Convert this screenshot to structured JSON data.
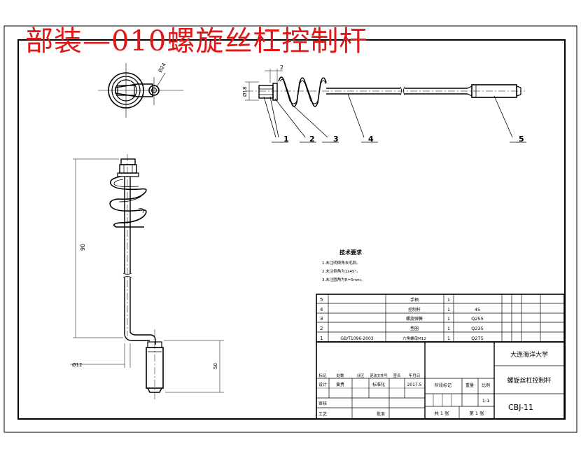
{
  "banner_title": "部装—010螺旋丝杠控制杆",
  "top_view": {
    "dims": {
      "diameter_top": "Ø24",
      "left_top": "2",
      "left_side": "Ø18"
    },
    "callouts": [
      "1",
      "2",
      "3",
      "4",
      "5"
    ]
  },
  "front_view": {
    "dims": {
      "height": "90",
      "bottom_left": "Ø12",
      "right_small": "50"
    }
  },
  "technical_requirements": {
    "heading": "技术要求",
    "items": [
      "1.未注明倒角去毛刺。",
      "2.未注倒角为1x45°。",
      "3.未注圆角为R=5mm。"
    ]
  },
  "bom": {
    "rows": [
      {
        "no": "5",
        "code": "",
        "name": "手柄",
        "qty": "1",
        "material": ""
      },
      {
        "no": "4",
        "code": "",
        "name": "控制杆",
        "qty": "1",
        "material": "45"
      },
      {
        "no": "3",
        "code": "",
        "name": "螺旋弹簧",
        "qty": "1",
        "material": "Q255"
      },
      {
        "no": "2",
        "code": "",
        "name": "垫圈",
        "qty": "1",
        "material": "Q235"
      },
      {
        "no": "1",
        "code": "GB/T1096-2003",
        "name": "六角螺母M12",
        "qty": "1",
        "material": "Q275"
      }
    ]
  },
  "title_block": {
    "company": "大连海洋大学",
    "part_name": "螺旋丝杠控制杆",
    "drawing_no": "CBJ-11",
    "row_labels": [
      "标记",
      "处数",
      "分区",
      "更改文件号",
      "签名",
      "年月日"
    ],
    "design_label": "设计",
    "designer": "黄勇",
    "standard_label": "标准化",
    "date": "2017.5",
    "stage_label": "阶段标记",
    "weight_label": "重量",
    "scale_label": "比例",
    "scale": "1:1",
    "check_label": "审核",
    "process_label": "工艺",
    "approve_label": "批准",
    "sheets_total": "共 1 张",
    "sheet_no": "第 1 张"
  }
}
